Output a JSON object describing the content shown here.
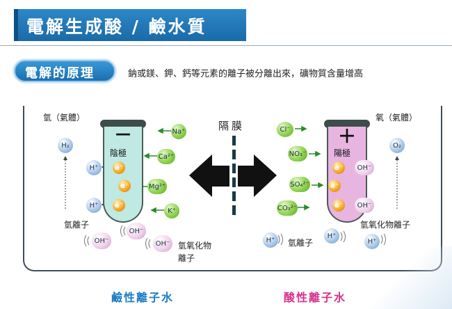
{
  "header": {
    "title": "電解生成酸 / 鹼水質"
  },
  "section": {
    "pill_label": "電解的原理",
    "description": "鈉或鎂、鉀、鈣等元素的離子被分離出來，礦物質含量增高"
  },
  "diagram": {
    "membrane_label": "隔膜",
    "left": {
      "gas_label": "氫（氣體）",
      "electrode_sign": "－",
      "electrode_label": "陰極",
      "gas_ion": "H₂",
      "hydrogen_ion_label": "氫離子",
      "hydroxide_ion_label_1": "氫氧化物",
      "hydroxide_ion_label_2": "離子",
      "cations": [
        "Na⁺",
        "Ca²⁺",
        "Mg²⁺",
        "K⁺"
      ],
      "tube_ions": [
        "H⁺",
        "e⁻",
        "e⁻",
        "H⁺",
        "e⁻"
      ],
      "oh_ions": [
        "OH⁻",
        "OH⁻",
        "OH⁻"
      ],
      "water_label": "鹼性離子水",
      "water_color": "#1a7cc4"
    },
    "right": {
      "gas_label": "氧（氣體）",
      "electrode_sign": "＋",
      "electrode_label": "陽極",
      "gas_ion": "O₂",
      "hydrogen_ion_label": "氫離子",
      "hydroxide_ion_label": "氫氧化物離子",
      "anions": [
        "Cl⁻",
        "NO₃⁻",
        "SO₄²⁻",
        "CO₃²⁻"
      ],
      "tube_ions": [
        "e⁻",
        "e⁻",
        "e⁻"
      ],
      "oh_ions": [
        "OH⁻",
        "OH⁻"
      ],
      "h_ions": [
        "H⁺",
        "H⁺",
        "H⁺"
      ],
      "water_label": "酸性離子水",
      "water_color": "#d6338a"
    },
    "colors": {
      "left_tube": "#bfe9e2",
      "right_tube": "#e8b4e0"
    }
  }
}
